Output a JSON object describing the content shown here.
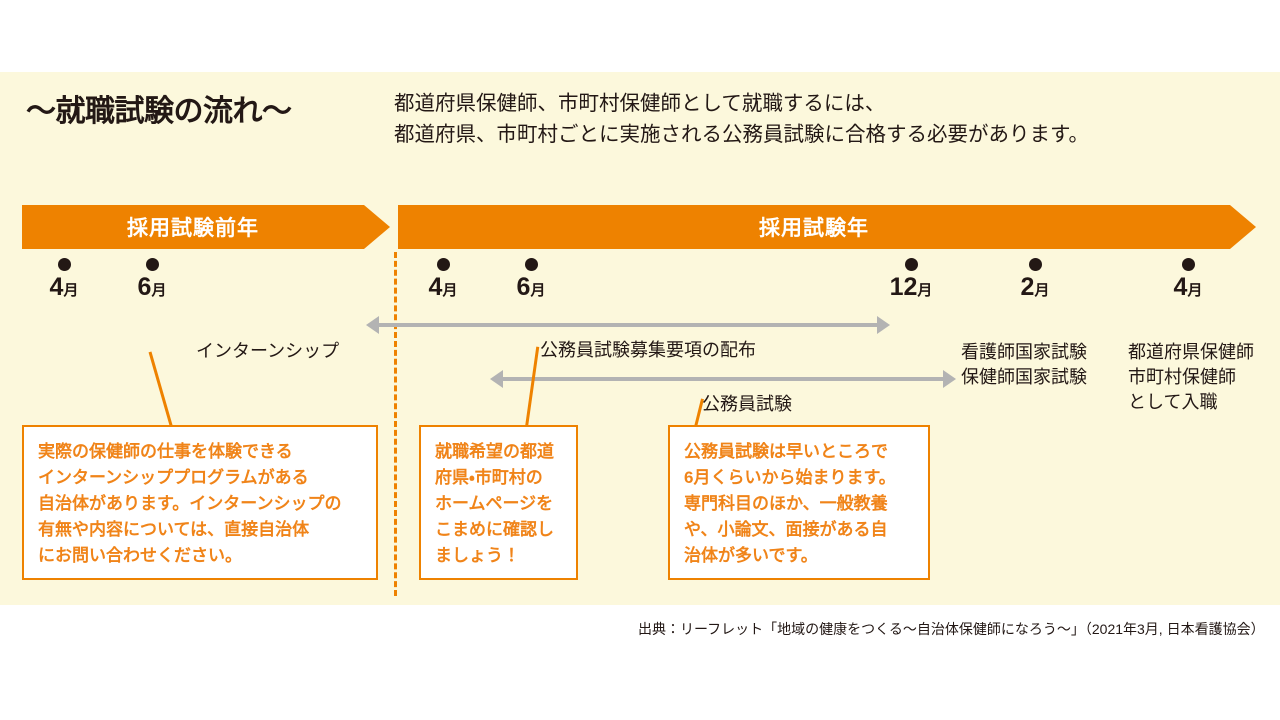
{
  "colors": {
    "panel_bg": "#fcf8dc",
    "accent_orange": "#ee8200",
    "callout_text": "#f08419",
    "arrow_gray": "#b3b3b3",
    "text_dark": "#231815",
    "page_bg": "#ffffff"
  },
  "header": {
    "title": "〜就職試験の流れ〜",
    "desc_line1": "都道府県保健師、市町村保健師として就職するには、",
    "desc_line2": "都道府県、市町村ごとに実施される公務員試験に合格する必要があります。"
  },
  "phases": [
    {
      "label": "採用試験前年"
    },
    {
      "label": "採用試験年"
    }
  ],
  "months": [
    {
      "number": "4",
      "suffix": "月"
    },
    {
      "number": "6",
      "suffix": "月"
    },
    {
      "number": "4",
      "suffix": "月"
    },
    {
      "number": "6",
      "suffix": "月"
    },
    {
      "number": "12",
      "suffix": "月"
    },
    {
      "number": "2",
      "suffix": "月"
    },
    {
      "number": "4",
      "suffix": "月"
    }
  ],
  "ranges": [
    {
      "label": "公務員試験募集要項の配布"
    },
    {
      "label": "公務員試験"
    }
  ],
  "notes": [
    {
      "label": "インターンシップ"
    },
    {
      "line1": "看護師国家試験",
      "line2": "保健師国家試験"
    },
    {
      "line1": "都道府県保健師",
      "line2": "市町村保健師",
      "line3": "として入職"
    }
  ],
  "callouts": [
    {
      "lines": [
        "実際の保健師の仕事を体験できる",
        "インターンシッププログラムがある",
        "自治体があります。インターンシップの",
        "有無や内容については、直接自治体",
        "にお問い合わせください。"
      ]
    },
    {
      "lines": [
        "就職希望の都道",
        "府県・市町村の",
        "ホームページを",
        "こまめに確認し",
        "ましょう！"
      ]
    },
    {
      "lines": [
        "公務員試験は早いところで",
        "6月くらいから始まります。",
        "専門科目のほか、一般教養",
        "や、小論文、面接がある自",
        "治体が多いです。"
      ]
    }
  ],
  "source": {
    "citation": "出典：リーフレット「地域の健康をつくる〜自治体保健師になろう〜」（2021年3月, 日本看護協会）"
  }
}
